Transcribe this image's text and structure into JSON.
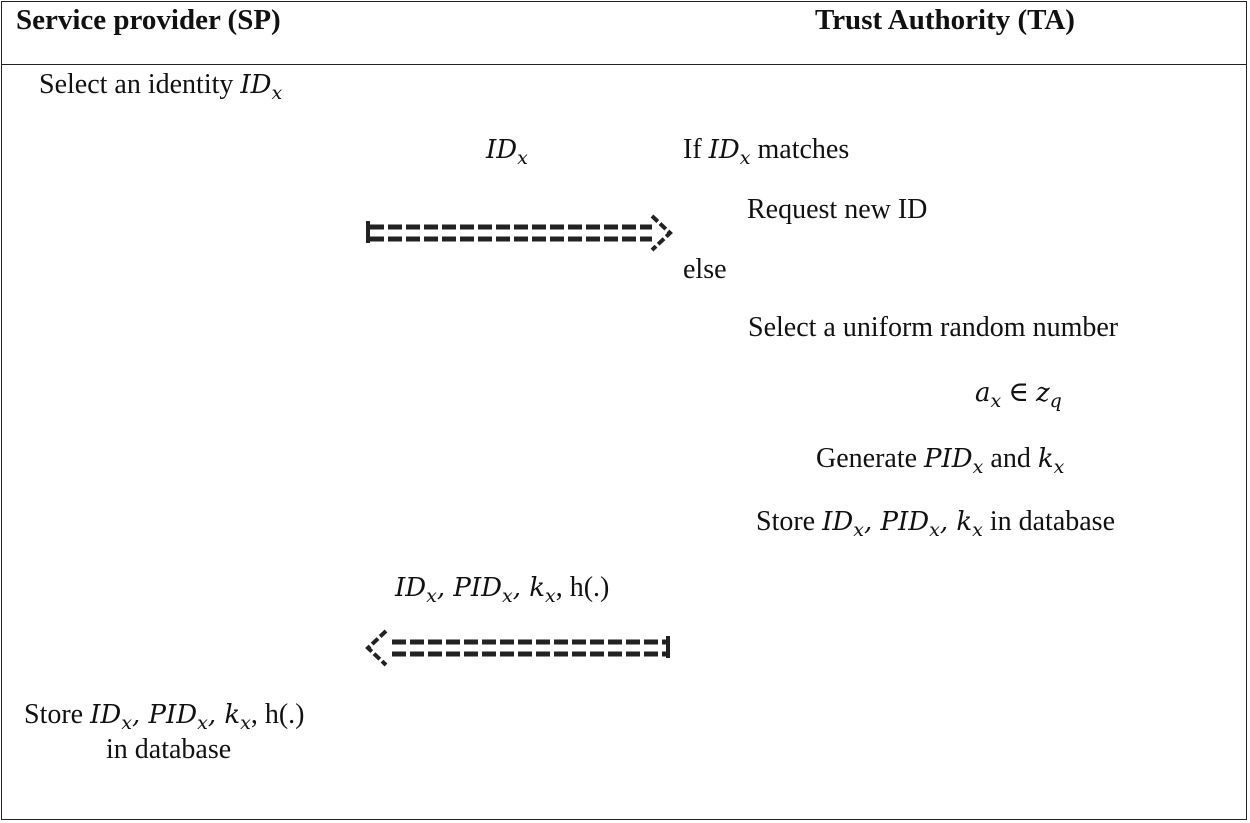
{
  "header": {
    "left": "Service provider (SP)",
    "right": "Trust Authority (TA)"
  },
  "sp": {
    "select_prefix": "Select an identity",
    "store_prefix": "Store",
    "store_suffix": ", h(.)",
    "store_line2": "in database"
  },
  "messages": {
    "request_label_var": "ID",
    "request_label_sub": "x",
    "response_suffix": ", h(.)"
  },
  "ta": {
    "if_prefix": "If",
    "if_suffix": "matches",
    "request_new": "Request new ID",
    "else": "else",
    "select_random": "Select a uniform random number",
    "element_of": "∈",
    "generate_prefix": "Generate",
    "generate_and": "and",
    "store_prefix": "Store",
    "store_suffix": "in database"
  },
  "symbols": {
    "id": "ID",
    "pid": "PID",
    "k": "k",
    "a": "a",
    "z": "z",
    "sub_x": "x",
    "sub_q": "q"
  },
  "arrows": {
    "request": {
      "direction": "right",
      "style": "dashed-double"
    },
    "response": {
      "direction": "left",
      "style": "dashed-double"
    }
  },
  "colors": {
    "line": "#222222",
    "text": "#111111"
  }
}
